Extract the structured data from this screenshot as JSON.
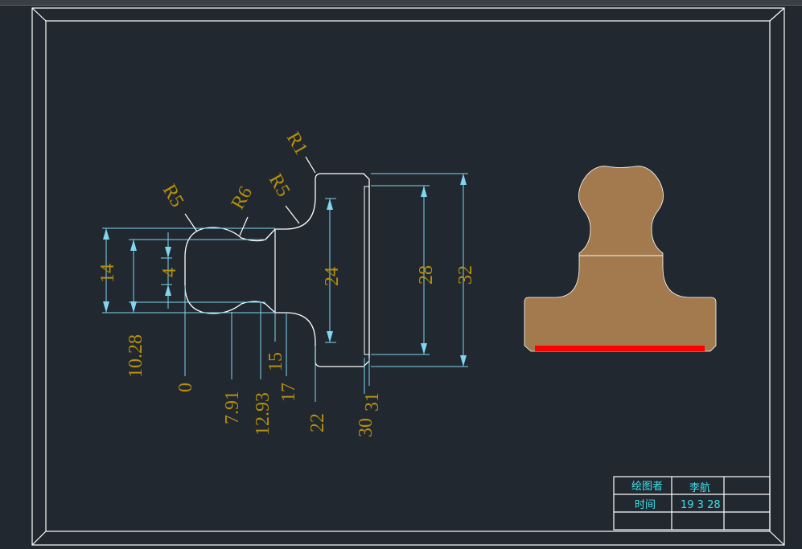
{
  "drawing": {
    "dimensions": {
      "radii": [
        "R5",
        "R6",
        "R5",
        "R1"
      ],
      "vertical": [
        "14",
        "4",
        "10.28",
        "24",
        "28",
        "32"
      ],
      "horizontal": [
        "0",
        "7.91",
        "12.93",
        "15",
        "17",
        "22",
        "30",
        "31"
      ]
    },
    "title_block": {
      "drawer_label": "绘图者",
      "drawer_name": "李航",
      "time_label": "时间",
      "time_value": "19 3 28"
    },
    "colors": {
      "background": "#212830",
      "outline": "#ffffff",
      "dimension_line": "#7fd6f0",
      "dimension_text": "#b8900a",
      "preview_fill": "#a27a4e",
      "preview_base": "#ff0000"
    }
  }
}
